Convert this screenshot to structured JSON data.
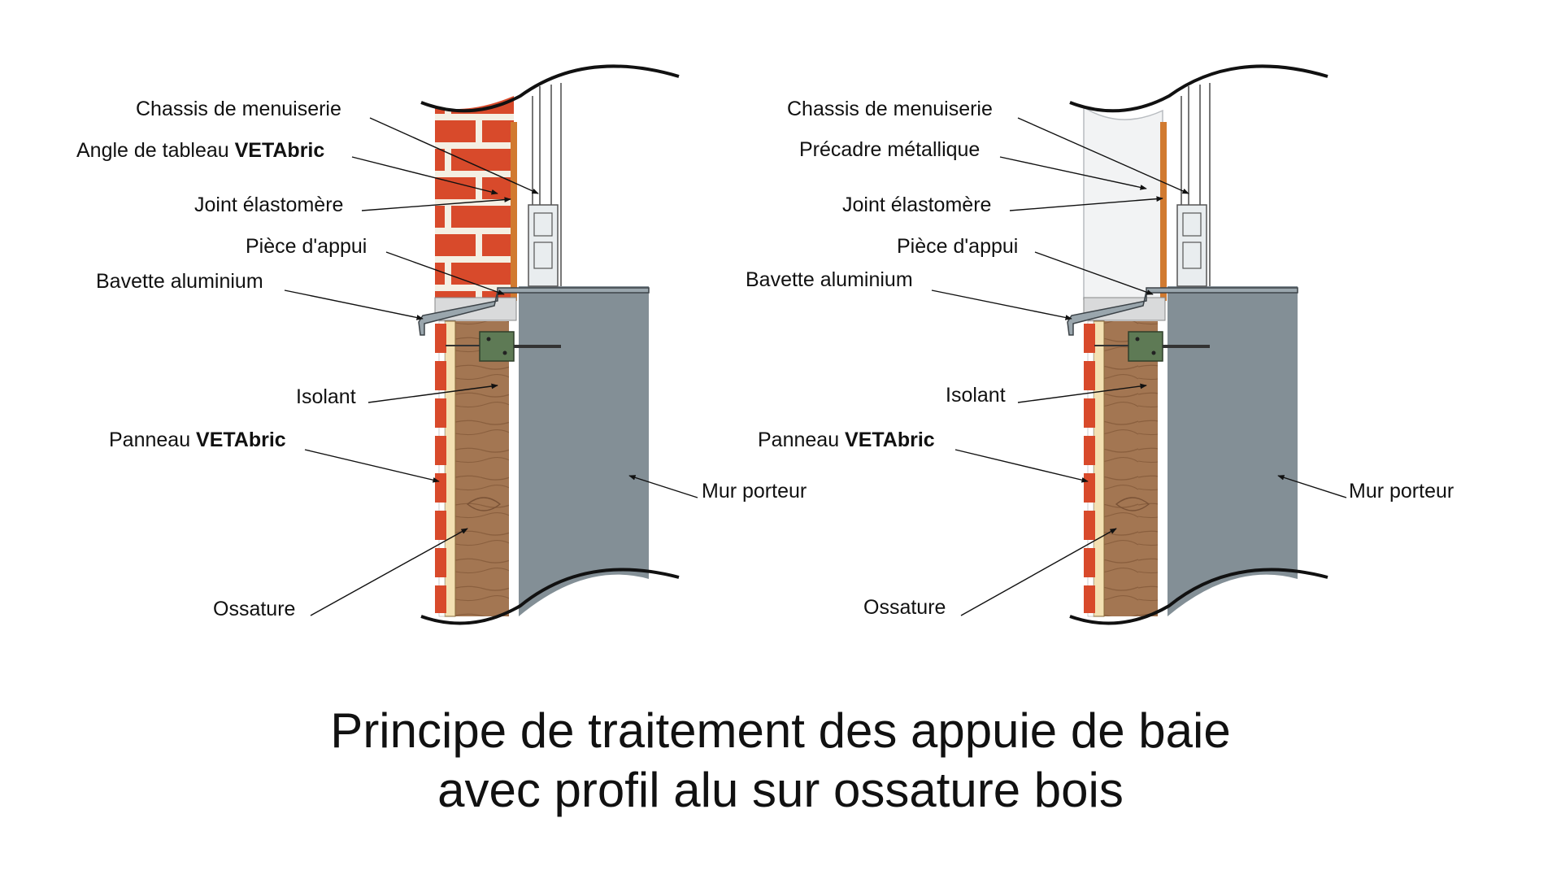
{
  "diagrams": [
    {
      "labels": {
        "chassis": "Chassis de menuiserie",
        "angle_prefix": "Angle de tableau ",
        "angle_brand": "VETAbric",
        "joint": "Joint élastomère",
        "piece": "Pièce d'appui",
        "bavette": "Bavette aluminium",
        "isolant": "Isolant",
        "panneau_prefix": "Panneau ",
        "panneau_brand": "VETAbric",
        "mur": "Mur porteur",
        "ossature": "Ossature"
      }
    },
    {
      "labels": {
        "chassis": "Chassis de menuiserie",
        "precadre": "Précadre métallique",
        "joint": "Joint élastomère",
        "piece": "Pièce d'appui",
        "bavette": "Bavette aluminium",
        "isolant": "Isolant",
        "panneau_prefix": "Panneau ",
        "panneau_brand": "VETAbric",
        "mur": "Mur porteur",
        "ossature": "Ossature"
      }
    }
  ],
  "title": {
    "line1": "Principe de traitement des appuie de baie",
    "line2": "avec profil alu sur ossature bois"
  },
  "colors": {
    "brick": "#d84a2b",
    "mortar": "#f4efe3",
    "wood": "#a37652",
    "insulation": "#f3e0b2",
    "wall": "#838f96",
    "frame": "#cfd6da",
    "bracket": "#5e7a55",
    "precadre": "#f2f3f4"
  }
}
